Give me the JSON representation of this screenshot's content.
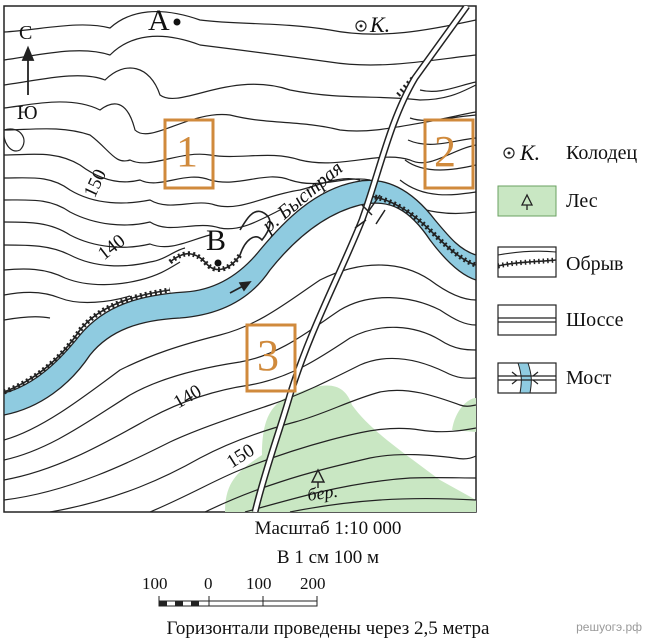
{
  "map": {
    "points": {
      "a": "A",
      "b": "B"
    },
    "compass": {
      "north": "С",
      "south": "Ю"
    },
    "well_label": "К.",
    "river_label": "р. Быстрая",
    "areas": [
      "1",
      "2",
      "3"
    ],
    "contour_labels": [
      "150",
      "140",
      "140",
      "150"
    ],
    "forest_label": "бер.",
    "colors": {
      "river": "#8fcbe0",
      "forest": "#c9e7c3",
      "area_frame": "#d08a3c",
      "line": "#222222"
    }
  },
  "legend": {
    "items": [
      {
        "icon": "well-icon",
        "label": "Колодец",
        "symbol": "К."
      },
      {
        "icon": "forest-icon",
        "label": "Лес"
      },
      {
        "icon": "cliff-icon",
        "label": "Обрыв"
      },
      {
        "icon": "highway-icon",
        "label": "Шоссе"
      },
      {
        "icon": "bridge-icon",
        "label": "Мост"
      }
    ]
  },
  "scale": {
    "title": "Масштаб 1:10 000",
    "subtitle": "В 1 см 100 м",
    "ticks": [
      "100",
      "0",
      "100",
      "200"
    ],
    "note": "Горизонтали проведены через 2,5 метра"
  },
  "watermark": "решуогэ.рф"
}
